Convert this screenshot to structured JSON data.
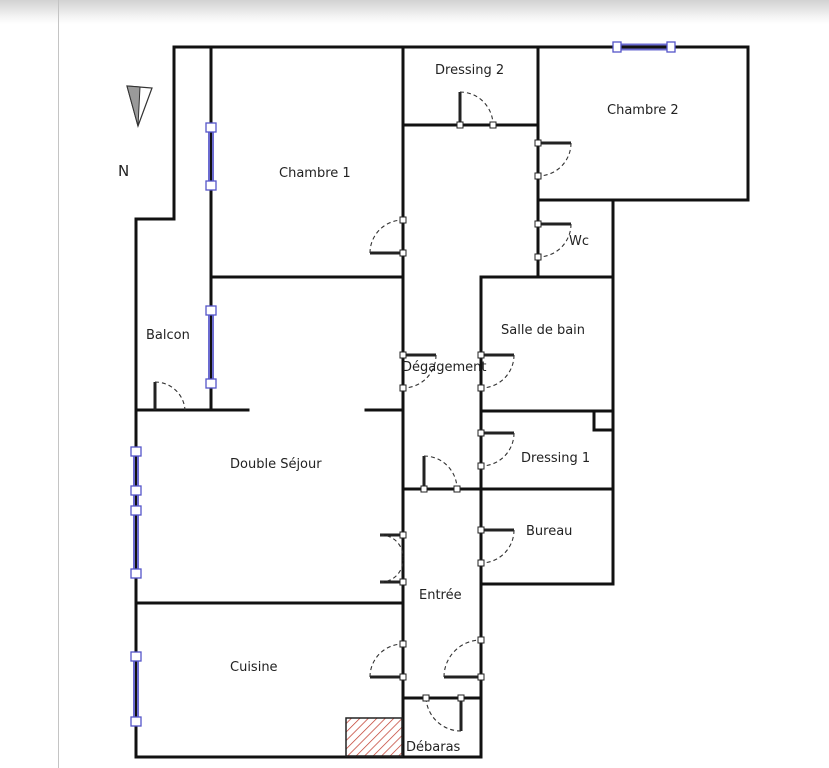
{
  "compass": {
    "label": "N",
    "icon": "north-arrow-icon"
  },
  "rooms": [
    {
      "id": "dressing-2",
      "label": "Dressing 2"
    },
    {
      "id": "chambre-2",
      "label": "Chambre 2"
    },
    {
      "id": "chambre-1",
      "label": "Chambre 1"
    },
    {
      "id": "wc",
      "label": "Wc"
    },
    {
      "id": "balcon",
      "label": "Balcon"
    },
    {
      "id": "salle-de-bain",
      "label": "Salle de bain"
    },
    {
      "id": "degagement",
      "label": "Dégagement"
    },
    {
      "id": "double-sejour",
      "label": "Double Séjour"
    },
    {
      "id": "dressing-1",
      "label": "Dressing 1"
    },
    {
      "id": "bureau",
      "label": "Bureau"
    },
    {
      "id": "entree",
      "label": "Entrée"
    },
    {
      "id": "cuisine",
      "label": "Cuisine"
    },
    {
      "id": "debaras",
      "label": "Débaras"
    }
  ],
  "colors": {
    "wall": "#111111",
    "window": "#5555c8",
    "hatch": "#c0392b"
  }
}
